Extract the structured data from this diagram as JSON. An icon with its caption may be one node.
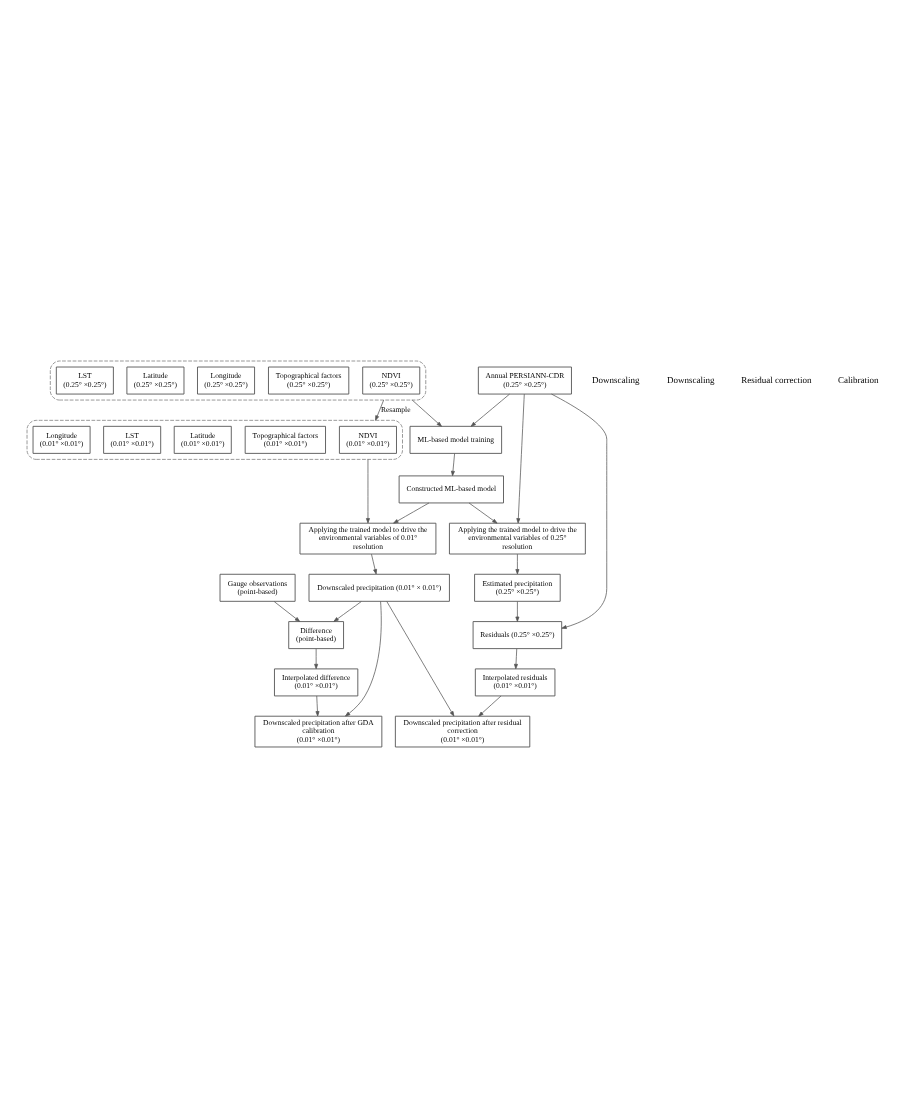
{
  "diagram": {
    "nodes": [
      {
        "text": [],
        "shape": "box"
      },
      {
        "text": [
          "NDVI",
          "(0.01° ×0.01°)"
        ],
        "in": 0
      },
      {
        "text": [
          "Topographical factors",
          "(0.01° ×0.01°)"
        ],
        "in": 0
      },
      {
        "text": [
          "Latitude",
          "(0.01° ×0.01°)"
        ],
        "in": 0
      },
      {
        "text": [
          "LST",
          "(0.01° ×0.01°)"
        ],
        "in": 0
      },
      {
        "text": [
          "Longitude",
          "(0.01° ×0.01°)"
        ],
        "in": 0
      },
      {
        "text": [],
        "shape": "box"
      },
      {
        "text": [
          "NDVI",
          "(0.25° ×0.25°)"
        ],
        "in": 6
      },
      {
        "text": [
          "Topographical factors",
          "(0.25° ×0.25°)"
        ],
        "in": 6
      },
      {
        "text": [
          "Longitude",
          "(0.25° ×0.25°)"
        ],
        "in": 6
      },
      {
        "text": [
          "Latitude",
          "(0.25° ×0.25°)"
        ],
        "in": 6
      },
      {
        "text": [
          "LST",
          "(0.25° ×0.25°)"
        ],
        "in": 6
      },
      {
        "text": [
          "Annual PERSIANN-CDR",
          "(0.25° ×0.25°)"
        ]
      },
      {
        "text": [
          "ML-based model training"
        ]
      },
      {
        "text": [
          "Constructed ML-based model"
        ]
      },
      {
        "text": [
          "Applying the trained model to drive the environmental variables of 0.01° resolution"
        ]
      },
      {
        "text": [
          "Downscaled precipitation (0.01° × 0.01°)"
        ]
      },
      {
        "text": [
          "Applying the trained model to drive the environmental variables of 0.25° resolution"
        ]
      },
      {
        "text": [
          "Estimated precipitation",
          "(0.25° ×0.25°)"
        ]
      },
      {
        "text": [
          "Residuals (0.25° ×0.25°)"
        ]
      },
      {
        "text": [
          "Interpolated residuals",
          "(0.01° ×0.01°)"
        ]
      },
      {
        "text": [
          "Downscaled precipitation after residual correction",
          "(0.01° ×0.01°)"
        ]
      },
      {
        "text": [
          "Gauge observations",
          "(point-based)"
        ]
      },
      {
        "text": [
          "Difference",
          "(point-based)"
        ]
      },
      {
        "text": [
          "Interpolated difference",
          "(0.01° ×0.01°)"
        ]
      },
      {
        "text": [
          "Downscaled precipitation after GDA calibration",
          "(0.01° ×0.01°)"
        ]
      }
    ],
    "edges": [
      {
        "from": 6,
        "to": 0,
        "arrow": "to",
        "label": "Resample"
      },
      {
        "from": 12,
        "to": 13,
        "arrow": "to"
      },
      {
        "from": 6,
        "to": 13,
        "arrow": "to"
      },
      {
        "from": 13,
        "to": 14,
        "arrow": "to"
      },
      {
        "from": 14,
        "to": 15,
        "arrow": "to"
      },
      {
        "from": 0,
        "to": 15,
        "arrow": "to"
      },
      {
        "from": 15,
        "to": 16,
        "arrow": "to"
      },
      {
        "from": 12,
        "to": 17,
        "arrow": "to"
      },
      {
        "from": 14,
        "to": 17,
        "arrow": "to"
      },
      {
        "from": 17,
        "to": 18,
        "arrow": "to"
      },
      {
        "from": 12,
        "to": 19,
        "arrow": "to"
      },
      {
        "from": 18,
        "to": 19,
        "arrow": "to"
      },
      {
        "from": 19,
        "to": 20,
        "arrow": "to"
      },
      {
        "from": 20,
        "to": 21,
        "arrow": "to"
      },
      {
        "from": 16,
        "to": 21,
        "arrow": "to"
      },
      {
        "from": 16,
        "to": 23,
        "arrow": "to"
      },
      {
        "from": 22,
        "to": 23,
        "arrow": "to"
      },
      {
        "from": 23,
        "to": 24,
        "arrow": "to"
      },
      {
        "from": 24,
        "to": 25,
        "arrow": "to"
      },
      {
        "from": 16,
        "to": 25,
        "arrow": "to"
      }
    ],
    "labels": [
      "Downscaling",
      "Downscaling",
      "Residual correction",
      "Calibration"
    ]
  }
}
